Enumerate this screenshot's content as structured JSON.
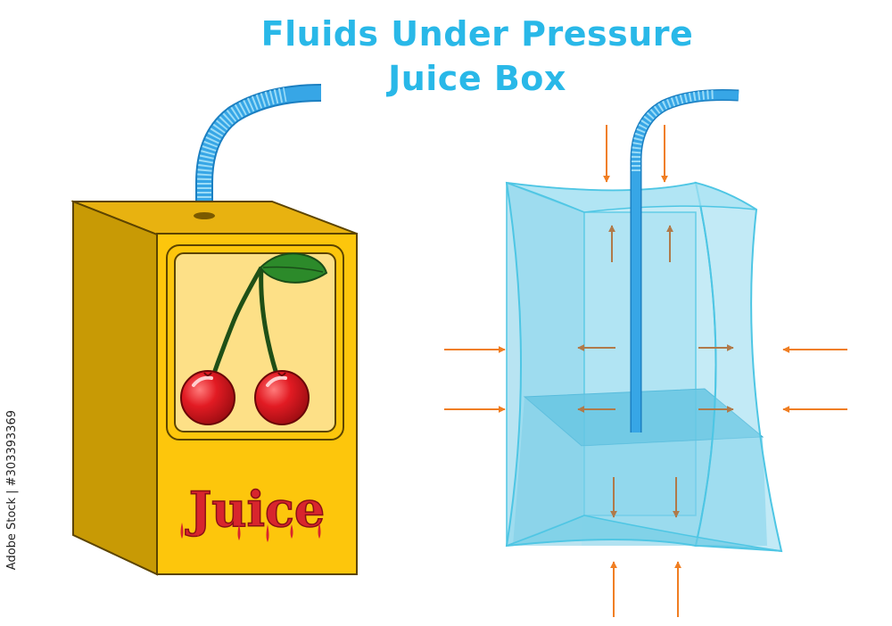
{
  "title": {
    "line1": "Fluids Under Pressure",
    "line2": "Juice Box"
  },
  "carton": {
    "label": "Juice"
  },
  "watermark": {
    "text": "Adobe Stock | #303393369"
  },
  "colors": {
    "title": "#29b8e8",
    "carton_front": "#fdc60c",
    "carton_side": "#c89a05",
    "carton_top": "#e9b309",
    "panel": "#fde087",
    "cherry": "#d71920",
    "leaf": "#2c8a2a",
    "juice_text": "#d8252d",
    "straw": "#37a6e6",
    "container": "#7fd3ea",
    "arrow": "#f07e22",
    "inner_arrow": "#b07a4a"
  },
  "icons": [
    "straw-icon",
    "cherry-icon",
    "leaf-icon",
    "arrow-icon"
  ]
}
